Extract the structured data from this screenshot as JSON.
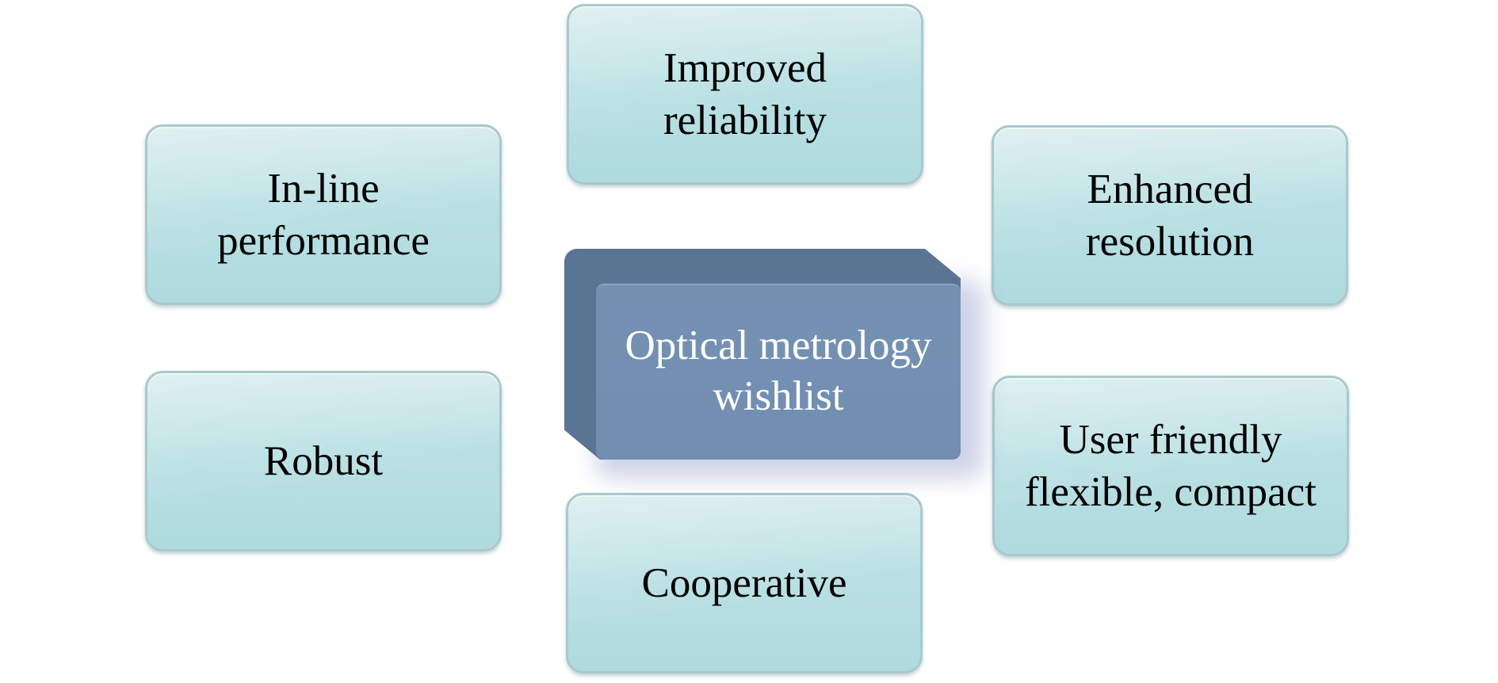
{
  "diagram": {
    "center": {
      "label": "Optical metrology\nwishlist",
      "color": "#718db0"
    },
    "items": [
      {
        "id": "top",
        "label": "Improved\nreliability"
      },
      {
        "id": "left-top",
        "label": "In-line\nperformance"
      },
      {
        "id": "right-top",
        "label": "Enhanced\nresolution"
      },
      {
        "id": "left-bottom",
        "label": "Robust"
      },
      {
        "id": "right-bottom",
        "label": "User friendly\nflexible, compact"
      },
      {
        "id": "bottom",
        "label": "Cooperative"
      }
    ],
    "item_color": "#b9e0e3",
    "text_color": "#000000"
  }
}
